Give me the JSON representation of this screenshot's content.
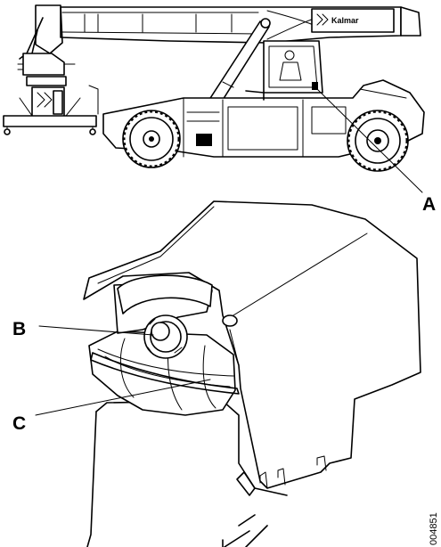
{
  "figure": {
    "brand_label": "Kalmar",
    "callouts": {
      "a": "A",
      "b": "B",
      "c": "C"
    },
    "figure_id": "004851"
  }
}
